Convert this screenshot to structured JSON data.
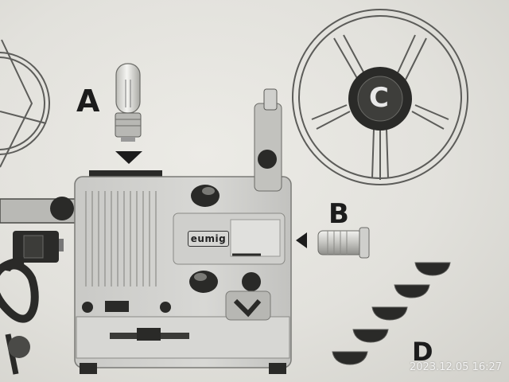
{
  "labels": {
    "a": "A",
    "b": "B",
    "c": "C",
    "d": "D"
  },
  "brand": "eumig",
  "timestamp": "2023.12.05 16:27",
  "icons": [
    "lamp-bulb-icon",
    "lens-icon",
    "film-reel-icon",
    "spool-clip-icon",
    "pointer-arrow-icon"
  ]
}
